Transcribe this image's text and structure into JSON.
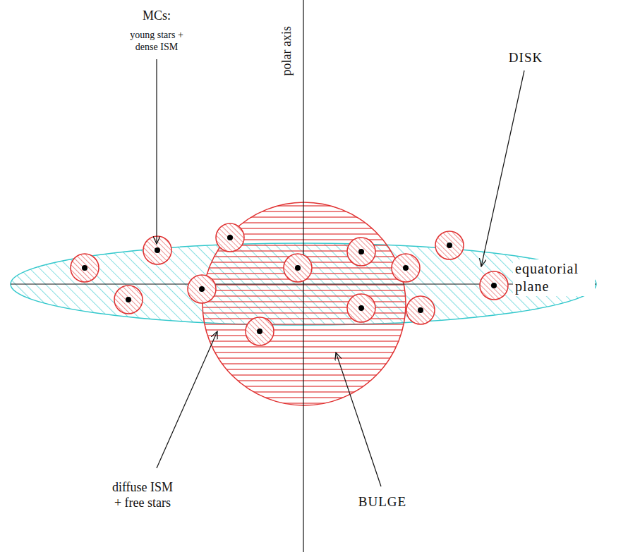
{
  "diagram": {
    "labels": [
      "MCs:",
      "young stars + dense ISM",
      "polar axis",
      "DISK",
      "equatorial plane",
      "diffuse ISM + free stars",
      "BULGE"
    ]
  }
}
